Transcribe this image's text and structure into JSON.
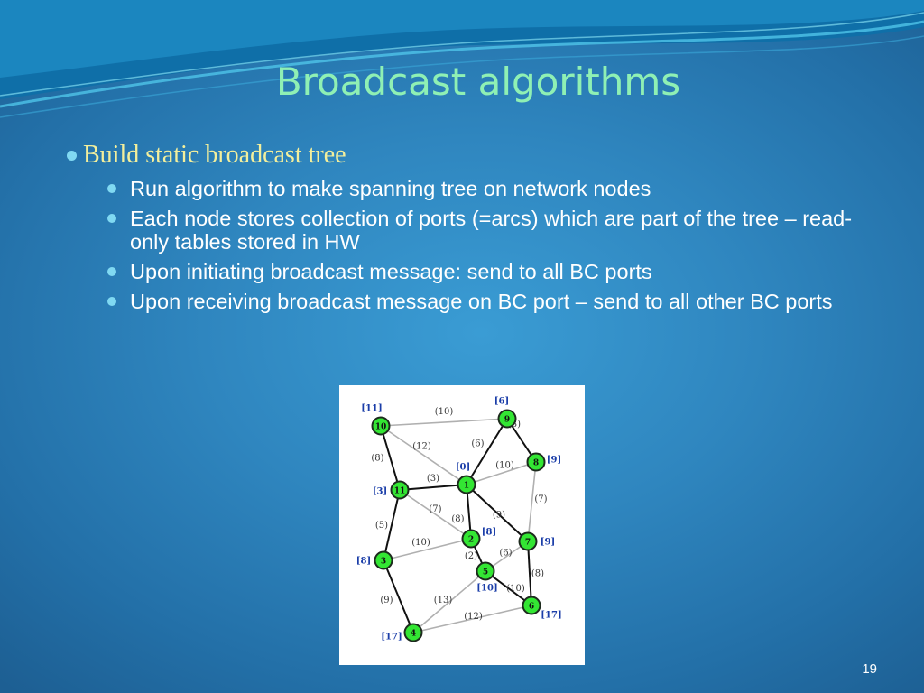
{
  "slide": {
    "title": "Broadcast algorithms",
    "bullet": "Build static broadcast tree",
    "subbullets": [
      "Run algorithm to make spanning tree on network nodes",
      "Each node stores collection of ports (=arcs) which are part of the tree – read-only tables stored in HW",
      "Upon initiating broadcast message: send to all BC ports",
      "Upon receiving broadcast message on BC port – send to all other BC ports"
    ],
    "page_number": "19"
  },
  "colors": {
    "title": "#8ff0b4",
    "bullet_text": "#f3ef9c",
    "bullet_dot": "#80d9f2",
    "node_fill": "#33e633",
    "label_blue": "#1a3da8",
    "tree_edge": "#111111",
    "nontree_edge": "#b0b0b0"
  },
  "graph": {
    "nodes": [
      {
        "id": "10",
        "tag": "[11]"
      },
      {
        "id": "9",
        "tag": "[6]"
      },
      {
        "id": "8",
        "tag": "[9]"
      },
      {
        "id": "1",
        "tag": "[0]"
      },
      {
        "id": "11",
        "tag": "[3]"
      },
      {
        "id": "2",
        "tag": "[8]"
      },
      {
        "id": "7",
        "tag": "[9]"
      },
      {
        "id": "3",
        "tag": "[8]"
      },
      {
        "id": "5",
        "tag": "[10]"
      },
      {
        "id": "6",
        "tag": "[17]"
      },
      {
        "id": "4",
        "tag": "[17]"
      }
    ],
    "edges": [
      {
        "from": "10",
        "to": "9",
        "weight": "(10)",
        "tree": false
      },
      {
        "from": "10",
        "to": "1",
        "weight": "(12)",
        "tree": false
      },
      {
        "from": "10",
        "to": "11",
        "weight": "(8)",
        "tree": true
      },
      {
        "from": "9",
        "to": "1",
        "weight": "(6)",
        "tree": true
      },
      {
        "from": "9",
        "to": "8",
        "weight": "(3)",
        "tree": true
      },
      {
        "from": "1",
        "to": "8",
        "weight": "(10)",
        "tree": false
      },
      {
        "from": "11",
        "to": "1",
        "weight": "(3)",
        "tree": true
      },
      {
        "from": "11",
        "to": "2",
        "weight": "(7)",
        "tree": false
      },
      {
        "from": "1",
        "to": "2",
        "weight": "(8)",
        "tree": true
      },
      {
        "from": "1",
        "to": "7",
        "weight": "(9)",
        "tree": true
      },
      {
        "from": "8",
        "to": "7",
        "weight": "(7)",
        "tree": false
      },
      {
        "from": "11",
        "to": "3",
        "weight": "(5)",
        "tree": true
      },
      {
        "from": "3",
        "to": "2",
        "weight": "(10)",
        "tree": false
      },
      {
        "from": "2",
        "to": "5",
        "weight": "(2)",
        "tree": true
      },
      {
        "from": "5",
        "to": "7",
        "weight": "(6)",
        "tree": false
      },
      {
        "from": "7",
        "to": "6",
        "weight": "(8)",
        "tree": true
      },
      {
        "from": "5",
        "to": "6",
        "weight": "(10)",
        "tree": true
      },
      {
        "from": "3",
        "to": "4",
        "weight": "(9)",
        "tree": true
      },
      {
        "from": "4",
        "to": "5",
        "weight": "(13)",
        "tree": false
      },
      {
        "from": "4",
        "to": "6",
        "weight": "(12)",
        "tree": false
      }
    ]
  }
}
